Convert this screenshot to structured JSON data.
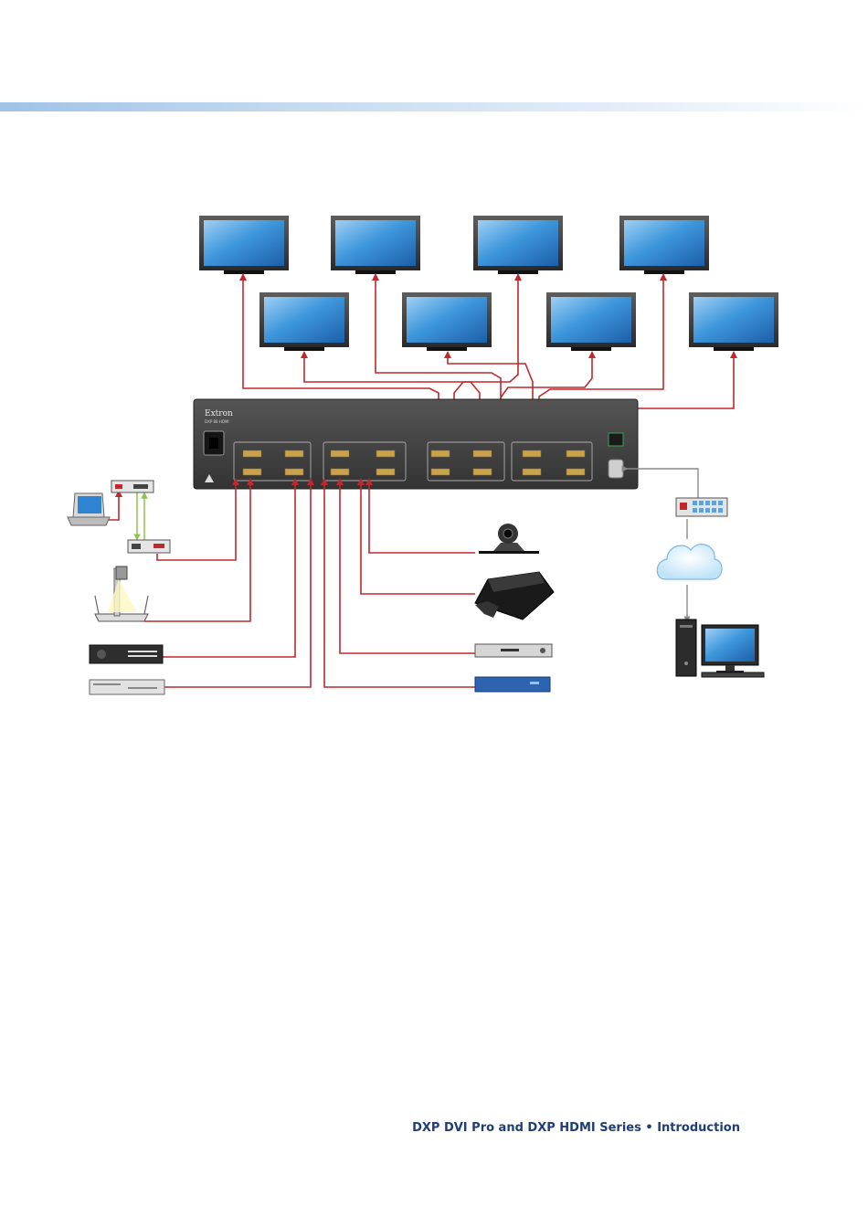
{
  "device": {
    "brand": "Extron",
    "model": "DXP 88 HDMI"
  },
  "network": {
    "cloud_label": ""
  },
  "colors": {
    "cable": "#c0282d",
    "control_cable": "#8fc44a",
    "chassis": "#3c3c3c",
    "screen": "#2f84d1",
    "accent_bar": "#9fc3e6"
  },
  "footer": {
    "text": "DXP DVI Pro and DXP HDMI Series • Introduction"
  }
}
